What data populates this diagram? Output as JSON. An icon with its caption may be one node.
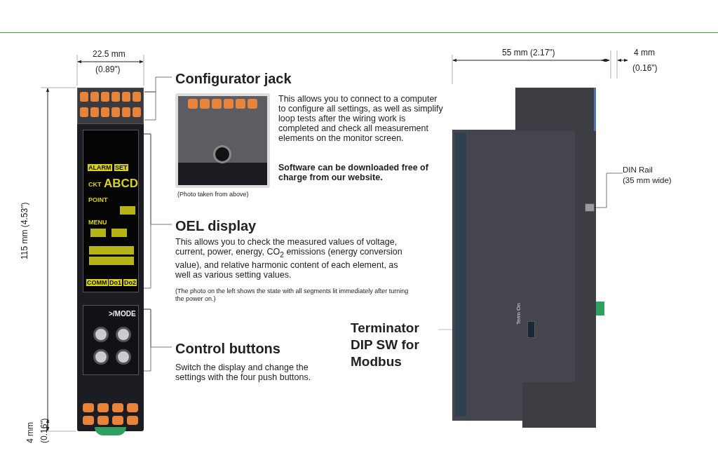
{
  "diagram": {
    "nodes": [
      {
        "text": [],
        "shape": "picture"
      },
      {
        "text": [],
        "shape": "box",
        "in": 0
      },
      {
        "text": [],
        "shape": "box",
        "in": 0
      },
      {
        "text": [],
        "shape": "box",
        "in": 0
      },
      {
        "text": [
          "Configurator jack",
          "This allows you to connect to a computer to configure all settings, as well as simplify loop tests after the wiring work is completed and check all measurement elements on the monitor screen.",
          "Software can be downloaded free of charge from our website."
        ]
      },
      {
        "text": [],
        "shape": "picture",
        "in": 4,
        "beside": [
          "(Photo taken from above)"
        ]
      },
      {
        "text": [
          "OEL display",
          "This allows you to check the measured values of voltage, current, power, energy, CO$_{2}$ emissions (energy conversion value), and relative harmonic content of each element, as well as various setting values.",
          "(The photo on the left shows the state with all segments lit immediately after turning the power on.)"
        ]
      },
      {
        "text": [
          "Control buttons",
          "Switch the display and change the settings with the four push buttons."
        ]
      },
      {
        "text": [],
        "shape": "picture"
      },
      {
        "text": [],
        "shape": "box",
        "in": 8
      },
      {
        "text": [
          "Terminator DIP SW for Modbus"
        ]
      },
      {
        "text": [
          "DIN Rail",
          "(35 mm wide)"
        ]
      },
      {
        "text": [],
        "shape": "box",
        "in": 8
      }
    ],
    "edges": [
      {
        "from": 4,
        "to": 1,
        "arrow": "none"
      },
      {
        "from": 6,
        "to": 2,
        "arrow": "none"
      },
      {
        "from": 7,
        "to": 3,
        "arrow": "none"
      },
      {
        "from": 10,
        "to": 9,
        "arrow": "to"
      },
      {
        "from": 11,
        "to": 12,
        "arrow": "none"
      }
    ],
    "labels": [
      "22.5 mm",
      "(0.89\")",
      "115 mm (4.53\")",
      "4 mm",
      "(0.16\")",
      "55 mm (2.17\")",
      "4 mm",
      "(0.16\")",
      "ALARM",
      "SET",
      "CKT",
      "ABCD",
      "POINT",
      "MENU",
      "COMM",
      "Do1",
      "Do2",
      ">/MODE",
      "Term On"
    ]
  }
}
